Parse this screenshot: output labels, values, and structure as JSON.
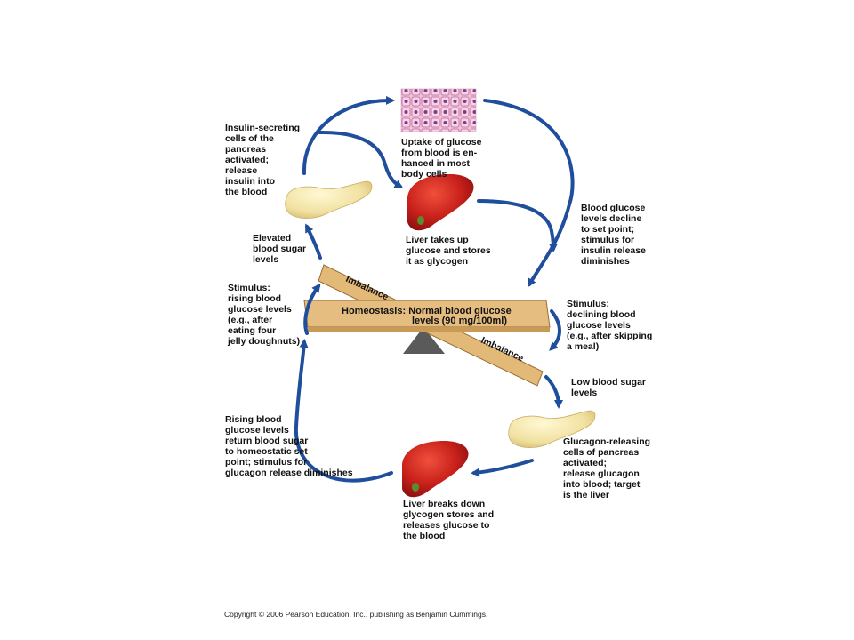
{
  "colors": {
    "arrow": "#1f4e9c",
    "beam": "#e3b978",
    "beam_edge": "#9a6d33",
    "fulcrum": "#555555",
    "liver": "#c8201a",
    "pancreas": "#f1e3a6",
    "cells": "#f0b7d6"
  },
  "icons": [
    "body-cells-image",
    "liver-icon",
    "pancreas-icon",
    "balance-fulcrum-icon"
  ],
  "beam": {
    "homeostasis_line1": "Homeostasis: Normal blood glucose",
    "homeostasis_line2": "levels (90 mg/100ml)",
    "imbalance_left": "Imbalance",
    "imbalance_right": "Imbalance"
  },
  "labels": {
    "insulin_secreting": "Insulin-secreting\ncells of the\npancreas\nactivated;\nrelease\ninsulin into\nthe blood",
    "uptake": "Uptake of glucose\nfrom blood is en-\nhanced in most\nbody cells",
    "liver_takes_up": "Liver takes up\nglucose and stores\nit as glycogen",
    "blood_glucose_decline": "Blood glucose\nlevels decline\nto set point;\nstimulus for\ninsulin release\ndiminishes",
    "elevated": "Elevated\nblood sugar\nlevels",
    "stimulus_rising": "Stimulus:\nrising blood\nglucose levels\n(e.g., after\neating four\njelly doughnuts)",
    "stimulus_declining": "Stimulus:\ndeclining blood\nglucose levels\n(e.g., after skipping\na meal)",
    "low_blood_sugar": "Low blood sugar\nlevels",
    "glucagon_releasing": "Glucagon-releasing\ncells of pancreas\nactivated;\nrelease glucagon\ninto blood; target\nis the liver",
    "rising_return": "Rising blood\nglucose levels\nreturn blood sugar\nto homeostatic set\npoint; stimulus for\nglucagon release diminishes",
    "liver_breaks_down": "Liver breaks down\nglycogen stores and\nreleases glucose to\nthe blood"
  },
  "copyright": "Copyright © 2006 Pearson Education, Inc., publishing as Benjamin Cummings."
}
